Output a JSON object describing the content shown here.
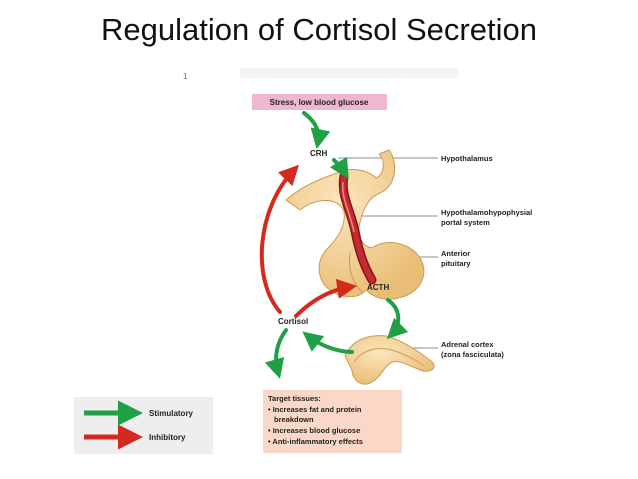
{
  "slide": {
    "title": "Regulation of Cortisol Secretion",
    "corner_mark": "1"
  },
  "diagram": {
    "stimulus": "Stress, low blood glucose",
    "crh": "CRH",
    "acth": "ACTH",
    "cortisol": "Cortisol",
    "labels": {
      "hypothalamus": "Hypothalamus",
      "portal_line1": "Hypothalamohypophysial",
      "portal_line2": "portal system",
      "anterior_line1": "Anterior",
      "anterior_line2": "pituitary",
      "adrenal_line1": "Adrenal cortex",
      "adrenal_line2": "(zona fasciculata)"
    },
    "target": {
      "heading": "Target tissues:",
      "line1": "• Increases fat and protein",
      "line2": "breakdown",
      "line3": "• Increases blood glucose",
      "line4": "• Anti-inflammatory effects"
    },
    "legend": {
      "stimulatory": "Stimulatory",
      "inhibitory": "Inhibitory"
    },
    "colors": {
      "stimulatory": "#1fa046",
      "inhibitory": "#d42a1e",
      "stimulus_box": "#f2b7d0",
      "target_box": "#fad7c6",
      "tissue": "#f3d49c",
      "vessel": "#b51f28"
    }
  }
}
